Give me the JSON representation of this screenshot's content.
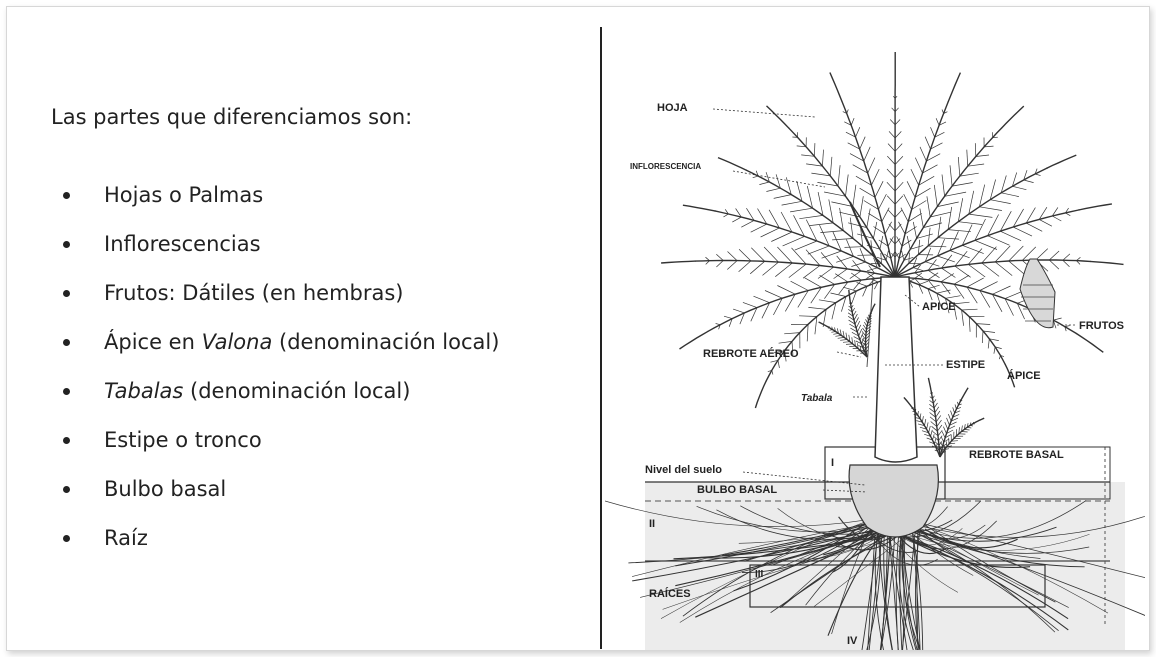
{
  "slide": {
    "heading": "Las partes que diferenciamos son:",
    "items": [
      {
        "pre": "Hojas o Palmas",
        "em": "",
        "post": ""
      },
      {
        "pre": "Inflorescencias",
        "em": "",
        "post": ""
      },
      {
        "pre": "Frutos: Dátiles (en hembras)",
        "em": "",
        "post": ""
      },
      {
        "pre": "Ápice en ",
        "em": "Valona",
        "post": " (denominación local)"
      },
      {
        "pre": "",
        "em": "Tabalas",
        "post": " (denominación local)"
      },
      {
        "pre": "Estipe o tronco",
        "em": "",
        "post": ""
      },
      {
        "pre": "Bulbo basal",
        "em": "",
        "post": ""
      },
      {
        "pre": "Raíz",
        "em": "",
        "post": ""
      }
    ]
  },
  "diagram": {
    "labels": {
      "hoja": "HOJA",
      "inflorescencia": "INFLORESCENCIA",
      "apice": "APICE",
      "frutos": "FRUTOS",
      "rebrote_aereo": "REBROTE AÉREO",
      "estipe": "ESTIPE",
      "apice_acc": "ÁPICE",
      "tabala": "Tabala",
      "rebrote_basal": "REBROTE BASAL",
      "nivel_suelo": "Nivel del suelo",
      "bulbo_basal": "BULBO BASAL",
      "raices": "RAÍCES",
      "zone_i": "I",
      "zone_ii": "II",
      "zone_iii": "III",
      "zone_iv": "IV"
    }
  },
  "colors": {
    "ink": "#222222",
    "soil": "#e9e9e9",
    "trunk_fill": "#ffffff"
  }
}
